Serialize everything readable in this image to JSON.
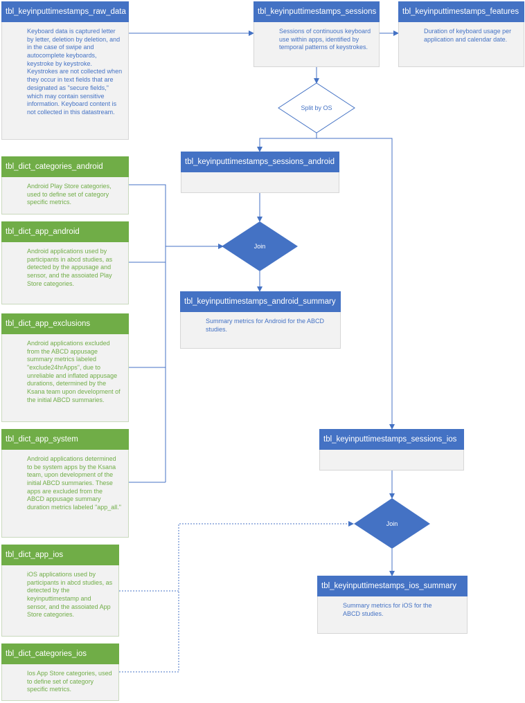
{
  "nodes": {
    "raw_data": {
      "title": "tbl_keyinputtimestamps_raw_data",
      "desc": "Keyboard data is captured letter by letter, deletion by deletion, and in the case of swipe and autocomplete keyboards, keystroke by keystroke. Keystrokes are not collected when they occur in text fields that are designated as \"secure fields,\" which may contain sensitive information. Keyboard content is not collected in this datastream."
    },
    "sessions": {
      "title": "tbl_keyinputtimestamps_sessions",
      "desc": "Sessions of continuous keyboard use within apps, identified by temporal patterns of keystrokes."
    },
    "features": {
      "title": "tbl_keyinputtimestamps_features",
      "desc": "Duration of keyboard usage per application and calendar date."
    },
    "sessions_android": {
      "title": "tbl_keyinputtimestamps_sessions_android",
      "desc": ""
    },
    "android_summary": {
      "title": "tbl_keyinputtimestamps_android_summary",
      "desc": "Summary metrics for Android for the ABCD studies."
    },
    "sessions_ios": {
      "title": "tbl_keyinputtimestamps_sessions_ios",
      "desc": ""
    },
    "ios_summary": {
      "title": "tbl_keyinputtimestamps_ios_summary",
      "desc": "Summary metrics for iOS  for the ABCD studies."
    },
    "categories_android": {
      "title": "tbl_dict_categories_android",
      "desc": "Android Play Store categories, used to define set of category specific metrics."
    },
    "app_android": {
      "title": "tbl_dict_app_android",
      "desc": "Android applications used by participants in abcd studies, as detected by the appusage and sensor, and the assoiated Play Store categories."
    },
    "app_exclusions": {
      "title": "tbl_dict_app_exclusions",
      "desc": "Android applications excluded from the ABCD appusage summary metrics labeled \"exclude24hrApps\", due to unreliable and inflated appusage durations, determined by the Ksana team upon development of the initial ABCD summaries."
    },
    "app_system": {
      "title": "tbl_dict_app_system",
      "desc": "Android applications determined to be system apps by the Ksana team, upon development of the initial ABCD summaries. These apps are excluded from the ABCD appusage summary duration metrics labeled \"app_all.\""
    },
    "app_ios": {
      "title": "tbl_dict_app_ios",
      "desc": "iOS  applications used by participants in abcd studies, as detected by the keyinputtimestamp and sensor, and the assoiated App Store categories."
    },
    "categories_ios": {
      "title": "tbl_dict_categories_ios",
      "desc": "Ios App Store categories, used to define set of category specific metrics."
    }
  },
  "decisions": {
    "split": "Split by OS",
    "join_android": "Join",
    "join_ios": "Join"
  },
  "colors": {
    "blue": "#4472c4",
    "green": "#70ad47",
    "box_fill": "#f2f2f2"
  }
}
